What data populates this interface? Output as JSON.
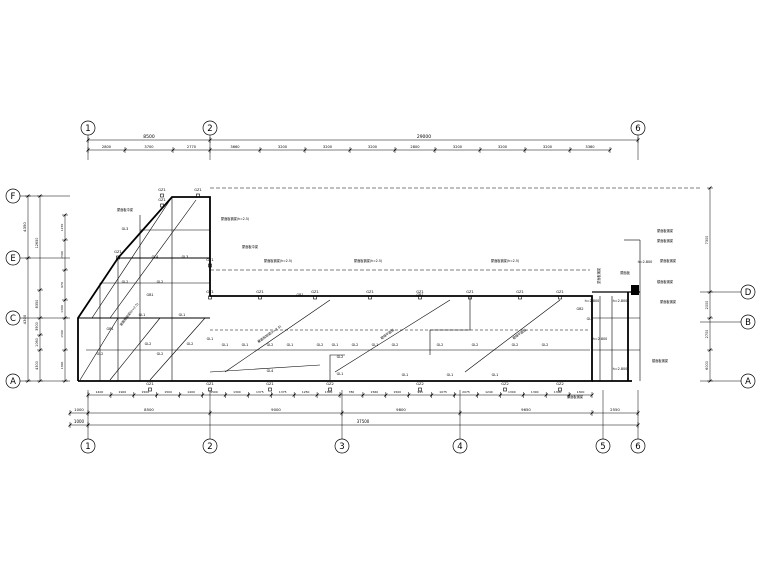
{
  "grid": {
    "columns_top": [
      "1",
      "2",
      "6"
    ],
    "columns_bottom": [
      "1",
      "2",
      "3",
      "4",
      "5",
      "6"
    ],
    "rows_left": [
      "F",
      "E",
      "C",
      "A"
    ],
    "rows_right": [
      "D",
      "B",
      "A"
    ]
  },
  "dimensions": {
    "top_overall": [
      "8500",
      "29000"
    ],
    "top_segments": [
      "2800",
      "3700",
      "2770",
      "3660",
      "3200",
      "3200",
      "3200",
      "2800",
      "3200",
      "3200",
      "3200",
      "3360"
    ],
    "bottom_segments": [
      "1400",
      "1900",
      "1500",
      "1500",
      "1400",
      "1500",
      "1300",
      "1375",
      "1375",
      "1250",
      "1300",
      "780",
      "1560",
      "1500",
      "945",
      "1075",
      "2075",
      "1240",
      "1300",
      "1300",
      "1300",
      "1300"
    ],
    "bottom_spans": [
      "1000",
      "8500",
      "9000",
      "9800",
      "9650",
      "2550"
    ],
    "bottom_overall": [
      "1000",
      "37500"
    ],
    "left_outer": [
      "4350",
      "4300"
    ],
    "left_mid": [
      "12650",
      "8350",
      "3900",
      "1060",
      "4300"
    ],
    "left_inner": [
      "1270",
      "1500",
      "670",
      "1300",
      "1500",
      "1300"
    ],
    "right": [
      "7300",
      "2000",
      "2700",
      "6000"
    ]
  },
  "labels": {
    "gz": [
      "GZ1",
      "GZ1",
      "GZ1",
      "GZ1",
      "GZ1",
      "GZ1",
      "GZ1",
      "GZ1",
      "GZ1",
      "GZ1",
      "GZ1",
      "GZ1",
      "GZ1",
      "GZ1",
      "GZ1",
      "GZ1",
      "GZ2",
      "GZ2",
      "GZ2",
      "GZ2"
    ],
    "beams_gl": [
      "GL1",
      "GL1",
      "GL1",
      "GL1",
      "GL1",
      "GL1",
      "GL1",
      "GL1",
      "GL1",
      "GL1",
      "GL1",
      "GL2",
      "GL2",
      "GL2",
      "GL2",
      "GL2",
      "GL2",
      "GL2",
      "GL2",
      "GL2",
      "GL2",
      "GL2",
      "GL2",
      "GL2",
      "GL2",
      "GL3",
      "GL3",
      "GL4",
      "GL4",
      "GL2",
      "GL1",
      "GL1"
    ],
    "gb": [
      "GB1",
      "GB1",
      "GB1",
      "GB1",
      "GB2"
    ],
    "levels": [
      "h=2.800",
      "h=2.800",
      "h=2.800",
      "h=2.800",
      "h=2.800"
    ],
    "notes": [
      "屋面板中梁",
      "屋面板中梁",
      "屋面板钢梁(h=2.5)",
      "屋面板钢梁(h=2.5)",
      "屋面板钢梁(h=2.5)",
      "屋面板钢梁(h=2.5)",
      "屋面板钢梁(h=2.5)",
      "屋面板钢梁(h=2.5)",
      "楼梯平面板",
      "楼梯平面板",
      "屋面板钢梁",
      "屋面板钢梁",
      "屋面板",
      "屋面板钢梁",
      "楼面板钢梁",
      "屋面板钢梁",
      "楼面板钢梁",
      "屋面板钢梁",
      "屋面板钢梁"
    ]
  }
}
